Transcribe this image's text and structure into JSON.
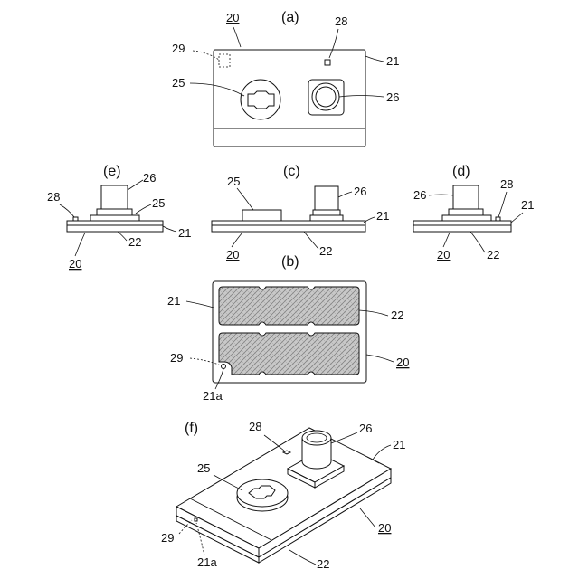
{
  "panels": {
    "a": "(a)",
    "b": "(b)",
    "c": "(c)",
    "d": "(d)",
    "e": "(e)",
    "f": "(f)"
  },
  "refs": {
    "r20": "20",
    "r21": "21",
    "r21a": "21a",
    "r22": "22",
    "r25": "25",
    "r26": "26",
    "r28": "28",
    "r29": "29"
  }
}
